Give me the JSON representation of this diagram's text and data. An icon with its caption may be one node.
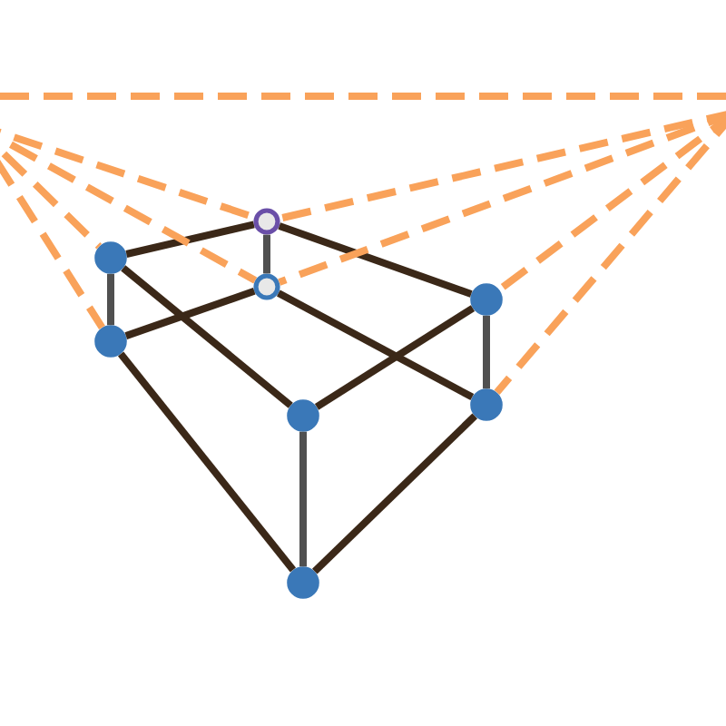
{
  "diagram": {
    "nodes": [
      {
        "text": [],
        "shape": "circle"
      },
      {
        "text": [],
        "shape": "circle"
      },
      {
        "text": [],
        "shape": "circle"
      },
      {
        "text": [],
        "shape": "circle"
      },
      {
        "text": [],
        "shape": "circle"
      },
      {
        "text": [],
        "shape": "circle"
      },
      {
        "text": [],
        "shape": "circle"
      },
      {
        "text": [],
        "shape": "circle"
      }
    ],
    "edges": [
      {
        "from": 1,
        "to": 0,
        "arrow": "none"
      },
      {
        "from": 0,
        "to": 3,
        "arrow": "none"
      },
      {
        "from": 1,
        "to": 4,
        "arrow": "none",
        "color": "#505050"
      },
      {
        "from": 0,
        "to": 2,
        "arrow": "none",
        "color": "#505050"
      },
      {
        "from": 4,
        "to": 2,
        "arrow": "none"
      },
      {
        "from": 2,
        "to": 5,
        "arrow": "none"
      },
      {
        "from": 1,
        "to": 6,
        "arrow": "none"
      },
      {
        "from": 6,
        "to": 3,
        "arrow": "none"
      },
      {
        "from": 3,
        "to": 5,
        "arrow": "none",
        "color": "#505050"
      },
      {
        "from": 4,
        "to": 7,
        "arrow": "none"
      },
      {
        "from": 6,
        "to": 7,
        "arrow": "none",
        "color": "#505050"
      },
      {
        "from": 5,
        "to": 7,
        "arrow": "none"
      },
      {
        "from": null,
        "to": 0,
        "arrow": "none",
        "style": "dashed",
        "color": "#f9a25a"
      },
      {
        "from": null,
        "to": 2,
        "arrow": "none",
        "style": "dashed",
        "color": "#f9a25a"
      },
      {
        "from": null,
        "to": 1,
        "arrow": "none",
        "style": "dashed",
        "color": "#f9a25a"
      },
      {
        "from": null,
        "to": 4,
        "arrow": "none",
        "style": "dashed",
        "color": "#f9a25a"
      },
      {
        "from": null,
        "to": 0,
        "arrow": "none",
        "style": "dashed",
        "color": "#f9a25a"
      },
      {
        "from": null,
        "to": 2,
        "arrow": "none",
        "style": "dashed",
        "color": "#f9a25a"
      },
      {
        "from": null,
        "to": 3,
        "arrow": "none",
        "style": "dashed",
        "color": "#f9a25a"
      },
      {
        "from": null,
        "to": 5,
        "arrow": "none",
        "style": "dashed",
        "color": "#f9a25a"
      }
    ]
  }
}
